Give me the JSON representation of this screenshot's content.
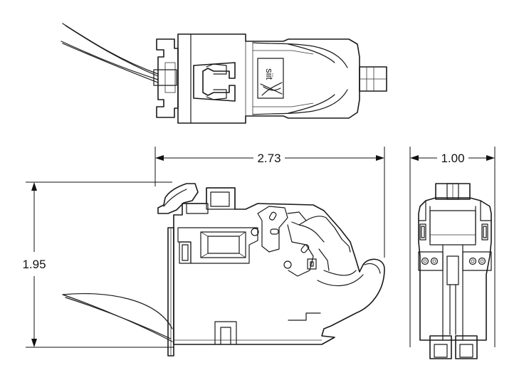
{
  "dimensions": {
    "width": "2.73",
    "depth": "1.00",
    "height": "1.95"
  },
  "logo": {
    "text": "siit"
  },
  "colors": {
    "line": "#1a1a1a",
    "background": "#ffffff"
  }
}
